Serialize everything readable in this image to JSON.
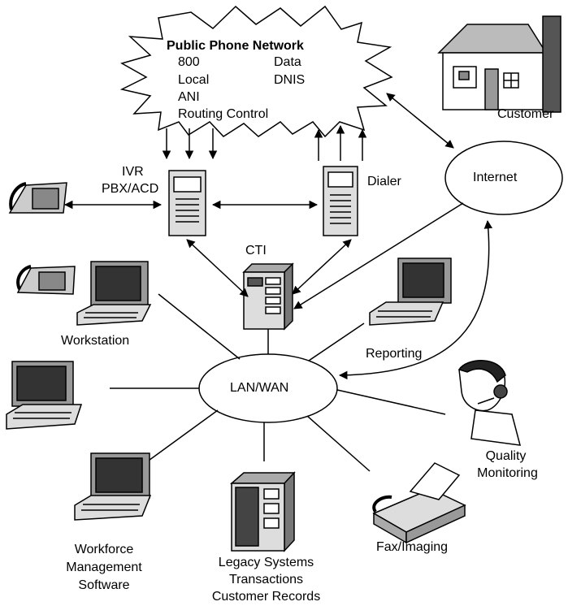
{
  "cloud": {
    "title": "Public Phone Network",
    "items_left": [
      "800",
      "Local",
      "ANI",
      "Routing Control"
    ],
    "items_right": [
      "Data",
      "DNIS"
    ]
  },
  "labels": {
    "customer": "Customer",
    "internet": "Internet",
    "ivr": "IVR",
    "pbx": "PBX/ACD",
    "dialer": "Dialer",
    "cti": "CTI",
    "workstation": "Workstation",
    "reporting": "Reporting",
    "lanwan": "LAN/WAN",
    "quality": [
      "Quality",
      "Monitoring"
    ],
    "fax": "Fax/Imaging",
    "legacy": [
      "Legacy Systems",
      "Transactions",
      "Customer Records"
    ],
    "workforce": [
      "Workforce",
      "Management",
      "Software"
    ]
  }
}
